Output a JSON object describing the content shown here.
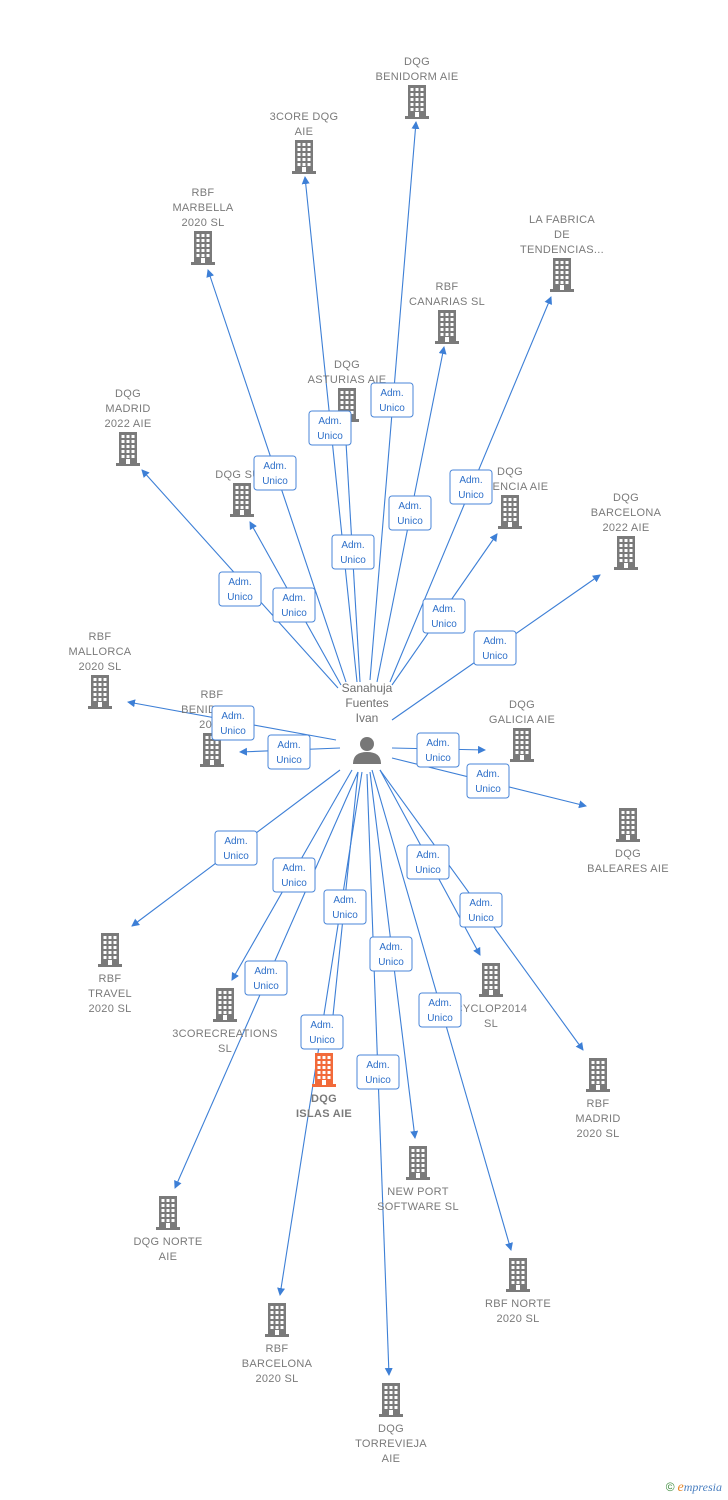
{
  "center": {
    "label_lines": [
      "Sanahuja",
      "Fuentes",
      "Ivan"
    ],
    "icon": "person-icon"
  },
  "role_label_lines": [
    "Adm.",
    "Unico"
  ],
  "colors": {
    "edge": "#3d7fd6",
    "building": "#7a7a7a",
    "highlight": "#f26a3a",
    "person": "#777777"
  },
  "companies": [
    {
      "id": "dqg-benidorm-aie",
      "lines": [
        "DQG",
        "BENIDORM  AIE"
      ],
      "icon": "building-icon",
      "highlight": false
    },
    {
      "id": "3core-dqg-aie",
      "lines": [
        "3CORE DQG",
        "AIE"
      ],
      "icon": "building-icon",
      "highlight": false
    },
    {
      "id": "rbf-marbella-2020-sl",
      "lines": [
        "RBF",
        "MARBELLA",
        "2020  SL"
      ],
      "icon": "building-icon",
      "highlight": false
    },
    {
      "id": "la-fabrica-de-tendencias",
      "lines": [
        "LA FABRICA",
        "DE",
        "TENDENCIAS..."
      ],
      "icon": "building-icon",
      "highlight": false
    },
    {
      "id": "rbf-canarias-sl",
      "lines": [
        "RBF",
        "CANARIAS  SL"
      ],
      "icon": "building-icon",
      "highlight": false
    },
    {
      "id": "dqg-asturias-aie",
      "lines": [
        "DQG",
        "ASTURIAS  AIE"
      ],
      "icon": "building-icon",
      "highlight": false
    },
    {
      "id": "dqg-madrid-2022-aie",
      "lines": [
        "DQG",
        "MADRID",
        "2022  AIE"
      ],
      "icon": "building-icon",
      "highlight": false
    },
    {
      "id": "dqg-sur",
      "lines": [
        "DQG SUR"
      ],
      "icon": "building-icon",
      "highlight": false
    },
    {
      "id": "dqg-valencia-aie",
      "lines": [
        "DQG",
        "VALENCIA  AIE"
      ],
      "icon": "building-icon",
      "highlight": false
    },
    {
      "id": "dqg-barcelona-2022-aie",
      "lines": [
        "DQG",
        "BARCELONA",
        "2022  AIE"
      ],
      "icon": "building-icon",
      "highlight": false
    },
    {
      "id": "rbf-mallorca-2020-sl",
      "lines": [
        "RBF",
        "MALLORCA",
        "2020  SL"
      ],
      "icon": "building-icon",
      "highlight": false
    },
    {
      "id": "rbf-benidorm-2020",
      "lines": [
        "RBF",
        "BENIDORM",
        "2020"
      ],
      "icon": "building-icon",
      "highlight": false
    },
    {
      "id": "dqg-galicia-aie",
      "lines": [
        "DQG",
        "GALICIA  AIE"
      ],
      "icon": "building-icon",
      "highlight": false
    },
    {
      "id": "dqg-baleares-aie",
      "lines": [
        "DQG",
        "BALEARES  AIE"
      ],
      "icon": "building-icon",
      "highlight": false
    },
    {
      "id": "rbf-travel-2020-sl",
      "lines": [
        "RBF",
        "TRAVEL",
        "2020  SL"
      ],
      "icon": "building-icon",
      "highlight": false
    },
    {
      "id": "3corecreations-sl",
      "lines": [
        "3CORECREATIONS",
        "SL"
      ],
      "icon": "building-icon",
      "highlight": false
    },
    {
      "id": "dqg-islas-aie",
      "lines": [
        "DQG",
        "ISLAS  AIE"
      ],
      "icon": "building-icon",
      "highlight": true
    },
    {
      "id": "cyclop2014-sl",
      "lines": [
        "CYCLOP2014",
        "SL"
      ],
      "icon": "building-icon",
      "highlight": false
    },
    {
      "id": "rbf-madrid-2020-sl",
      "lines": [
        "RBF",
        "MADRID",
        "2020  SL"
      ],
      "icon": "building-icon",
      "highlight": false
    },
    {
      "id": "new-port-software-sl",
      "lines": [
        "NEW PORT",
        "SOFTWARE SL"
      ],
      "icon": "building-icon",
      "highlight": false
    },
    {
      "id": "dqg-norte-aie",
      "lines": [
        "DQG NORTE",
        "AIE"
      ],
      "icon": "building-icon",
      "highlight": false
    },
    {
      "id": "rbf-norte-2020-sl",
      "lines": [
        "RBF NORTE",
        "2020  SL"
      ],
      "icon": "building-icon",
      "highlight": false
    },
    {
      "id": "rbf-barcelona-2020-sl",
      "lines": [
        "RBF",
        "BARCELONA",
        "2020  SL"
      ],
      "icon": "building-icon",
      "highlight": false
    },
    {
      "id": "dqg-torrevieja-aie",
      "lines": [
        "DQG",
        "TORREVIEJA",
        "AIE"
      ],
      "icon": "building-icon",
      "highlight": false
    }
  ],
  "footer": {
    "copyright": "©",
    "brand_initial": "e",
    "brand_rest": "mpresia"
  }
}
